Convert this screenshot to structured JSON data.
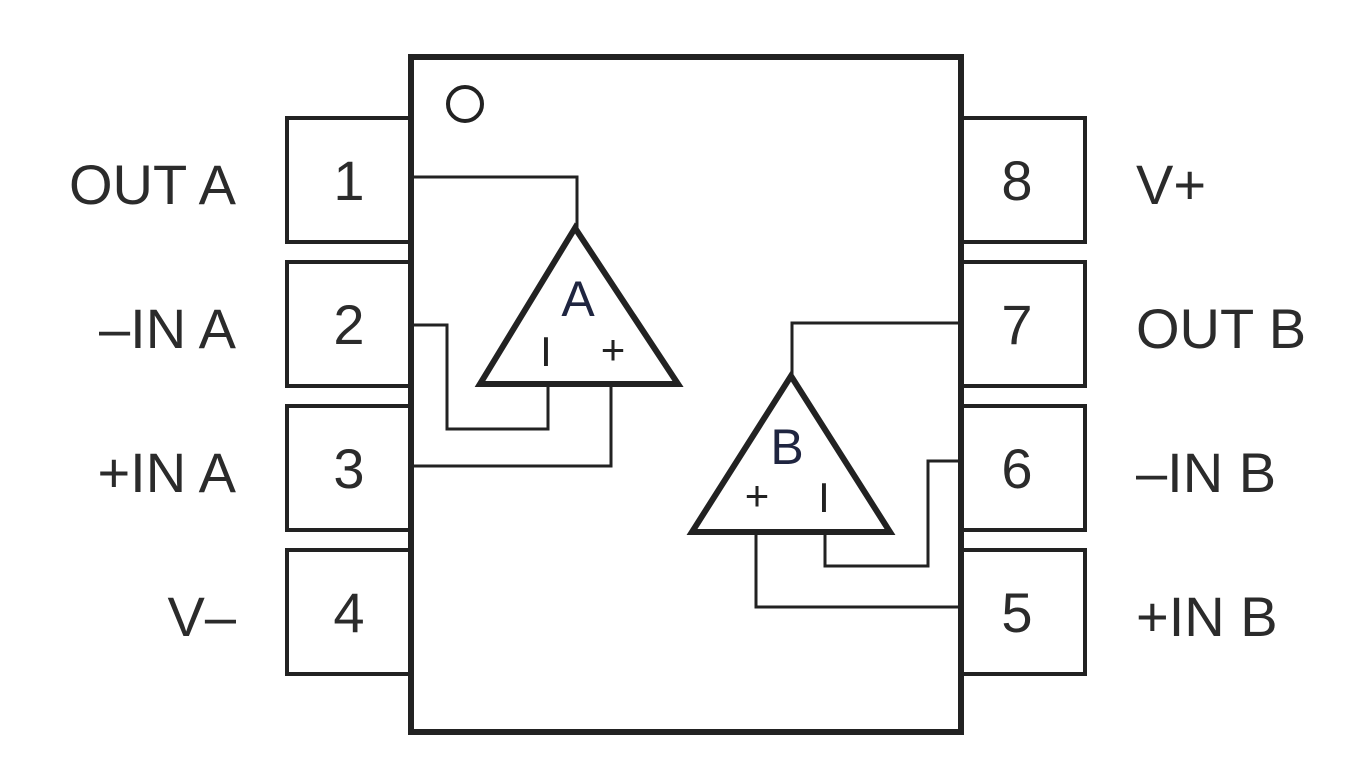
{
  "pins": [
    {
      "number": "1",
      "label": "OUT A"
    },
    {
      "number": "2",
      "label": "–IN A"
    },
    {
      "number": "3",
      "label": "+IN A"
    },
    {
      "number": "4",
      "label": "V–"
    },
    {
      "number": "5",
      "label": "+IN B"
    },
    {
      "number": "6",
      "label": "–IN B"
    },
    {
      "number": "7",
      "label": "OUT B"
    },
    {
      "number": "8",
      "label": "V+"
    }
  ],
  "amplifiers": [
    {
      "name": "A",
      "inverting_sign": "I",
      "noninverting_sign": "+"
    },
    {
      "name": "B",
      "inverting_sign": "I",
      "noninverting_sign": "+"
    }
  ],
  "colors": {
    "stroke": "#222222",
    "text": "#2b2b2b",
    "amp_label": "#1f2540",
    "background": "#ffffff"
  }
}
